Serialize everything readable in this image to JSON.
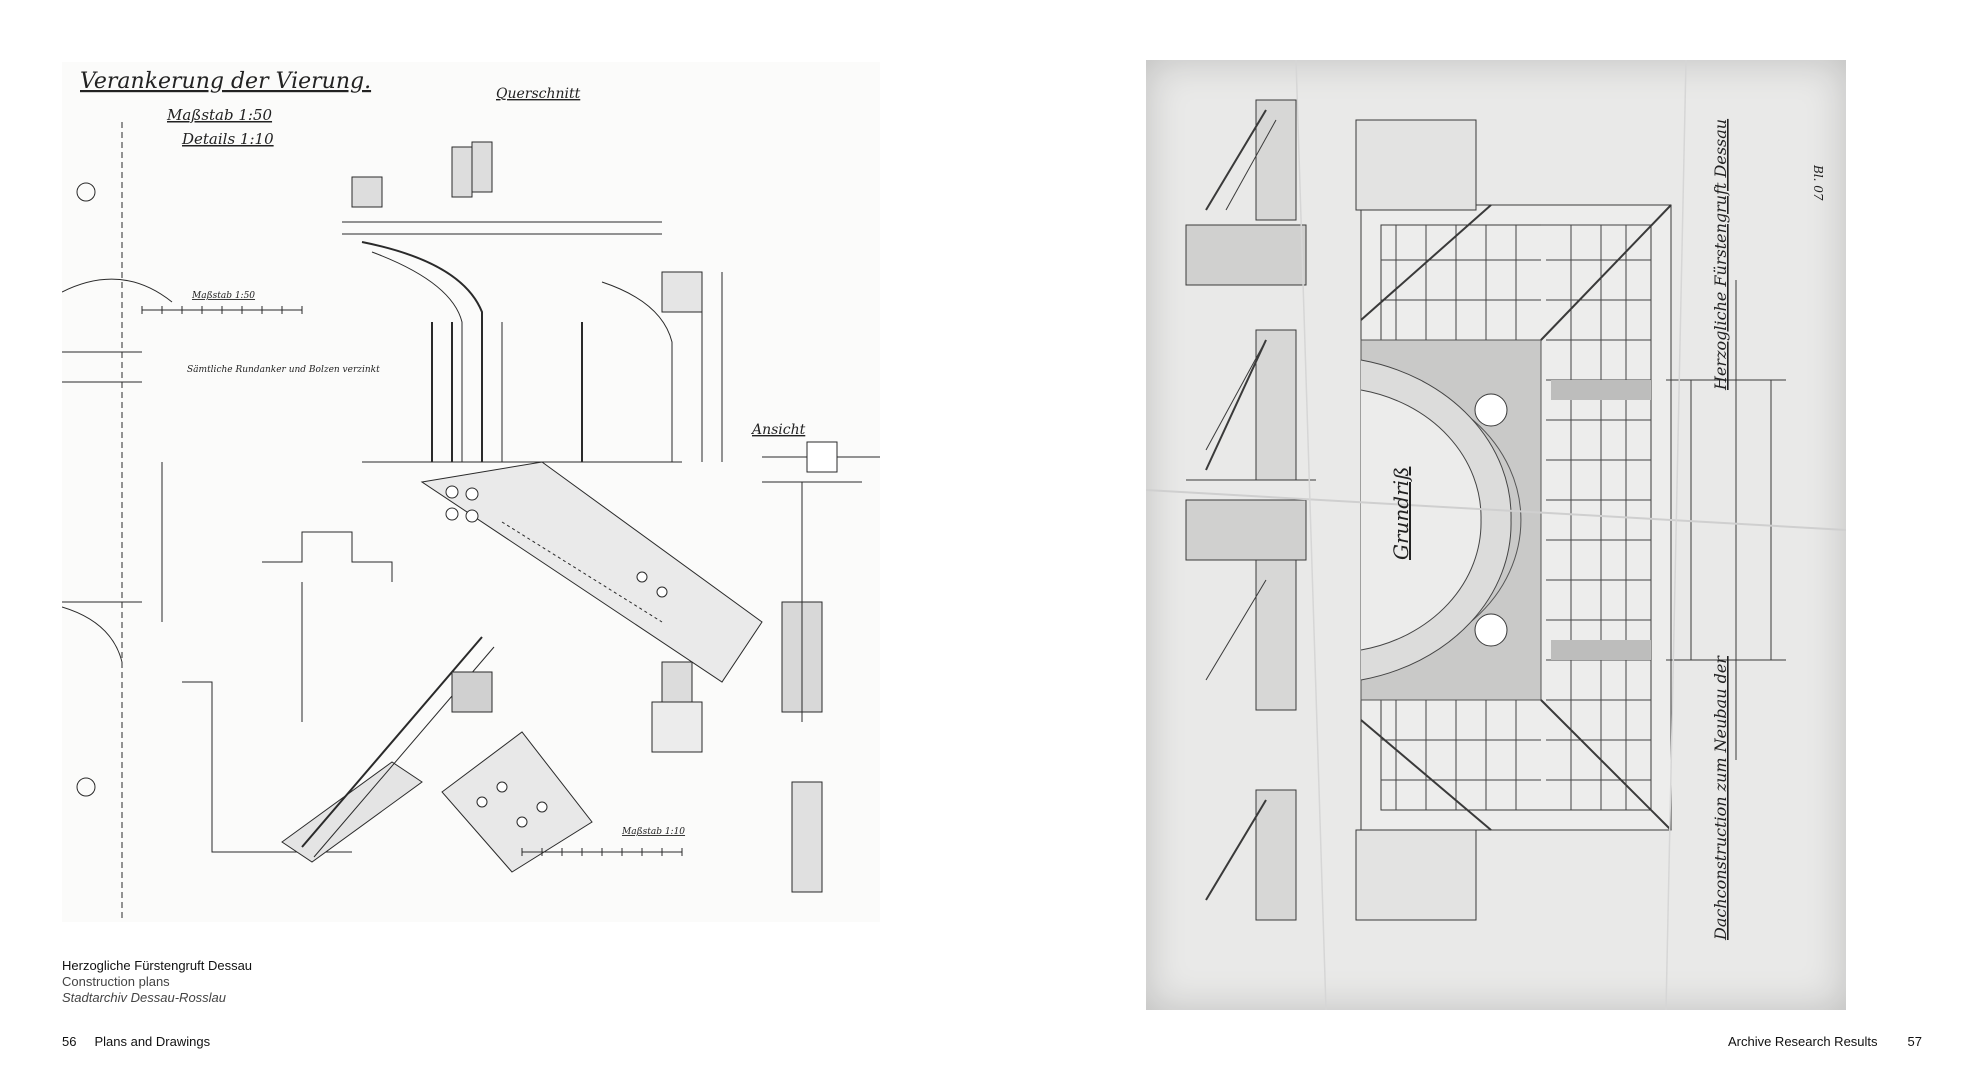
{
  "left_page": {
    "drawing": {
      "title": "Verankerung der Vierung.",
      "scale_main": "Maßstab 1:50",
      "scale_details": "Details 1:10",
      "section_label": "Querschnitt",
      "view_label": "Ansicht",
      "scale_small": "Maßstab 1:50",
      "note": "Sämtliche Rundanker und Bolzen verzinkt",
      "scale_bottom": "Maßstab 1:10"
    },
    "caption": {
      "title": "Herzogliche Fürstengruft Dessau",
      "subtitle": "Construction plans",
      "source": "Stadtarchiv Dessau-Rosslau"
    },
    "folio": {
      "number": "56",
      "section": "Plans and Drawings"
    }
  },
  "right_page": {
    "drawing": {
      "center_label": "Grundriß",
      "vertical_title": "Herzogliche Fürstengruft Dessau",
      "vertical_subtitle": "Dachconstruction zum Neubau der",
      "corner_mark": "Bl. 07"
    },
    "folio": {
      "number": "57",
      "section": "Archive Research Results"
    }
  }
}
